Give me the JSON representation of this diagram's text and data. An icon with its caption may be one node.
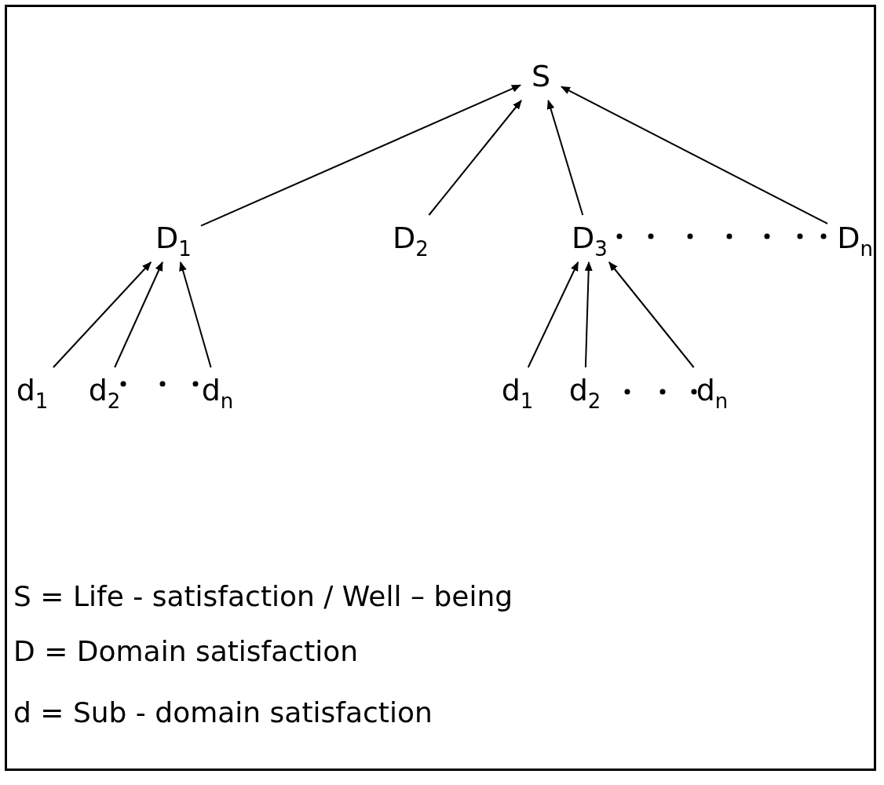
{
  "diagram": {
    "nodes": [
      {
        "text": [
          "S"
        ]
      },
      {
        "text": [
          "D$_{1}$"
        ]
      },
      {
        "text": [
          "D$_{2}$"
        ]
      },
      {
        "text": [
          "D$_{3}$"
        ]
      },
      {
        "text": [
          "D$_{n}$"
        ]
      },
      {
        "text": [
          "d$_{1}$"
        ]
      },
      {
        "text": [
          "d$_{2}$"
        ]
      },
      {
        "text": [
          "d$_{n}$"
        ]
      },
      {
        "text": [
          "d$_{1}$"
        ]
      },
      {
        "text": [
          "d$_{2}$"
        ]
      },
      {
        "text": [
          "d$_{n}$"
        ]
      }
    ],
    "edges": [
      {
        "from": 1,
        "to": 0,
        "arrow": "to"
      },
      {
        "from": 2,
        "to": 0,
        "arrow": "to"
      },
      {
        "from": 3,
        "to": 0,
        "arrow": "to"
      },
      {
        "from": 4,
        "to": 0,
        "arrow": "to"
      },
      {
        "from": 5,
        "to": 1,
        "arrow": "to"
      },
      {
        "from": 6,
        "to": 1,
        "arrow": "to"
      },
      {
        "from": 7,
        "to": 1,
        "arrow": "to"
      },
      {
        "from": 8,
        "to": 3,
        "arrow": "to"
      },
      {
        "from": 9,
        "to": 3,
        "arrow": "to"
      },
      {
        "from": 10,
        "to": 3,
        "arrow": "to"
      }
    ],
    "labels": [
      "S = Life - satisfaction / Well – being",
      "D = Domain satisfaction",
      "d = Sub - domain satisfaction"
    ]
  }
}
